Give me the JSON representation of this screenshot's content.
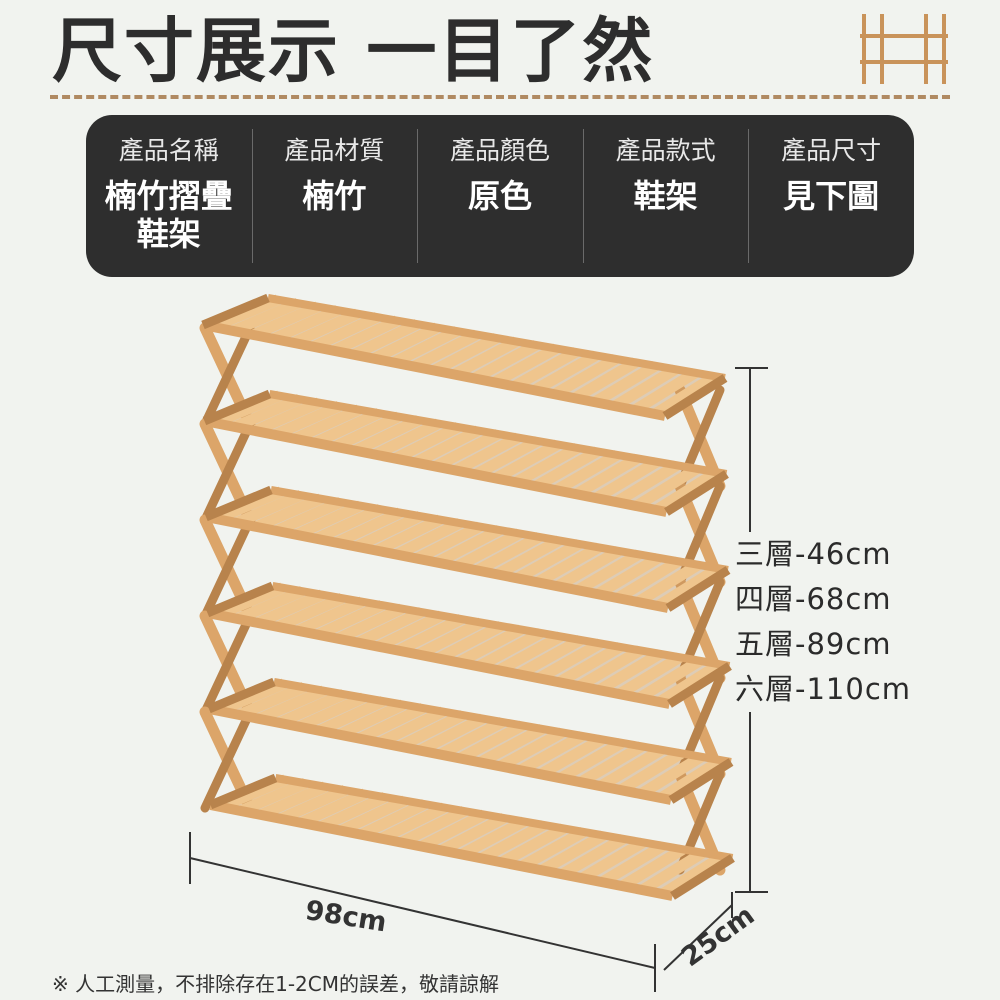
{
  "title": "尺寸展示 一目了然",
  "info_panel": [
    {
      "label": "產品名稱",
      "value": "楠竹摺疊鞋架"
    },
    {
      "label": "產品材質",
      "value": "楠竹"
    },
    {
      "label": "產品顏色",
      "value": "原色"
    },
    {
      "label": "產品款式",
      "value": "鞋架"
    },
    {
      "label": "產品尺寸",
      "value": "見下圖"
    }
  ],
  "dimensions": {
    "layers": [
      "三層-46cm",
      "四層-68cm",
      "五層-89cm",
      "六層-110cm"
    ],
    "width": "98cm",
    "depth": "25cm",
    "shelf_count": 6,
    "slats_per_shelf": 23
  },
  "note": "※ 人工測量，不排除存在1-2CM的誤差，敬請諒解",
  "colors": {
    "background": "#f1f3ef",
    "panel": "#2e2e2e",
    "wood_light": "#efc58d",
    "wood_mid": "#dca569",
    "wood_dark": "#b8834c",
    "accent": "#b08a62"
  },
  "logo_icon": "shelf-logo-icon"
}
